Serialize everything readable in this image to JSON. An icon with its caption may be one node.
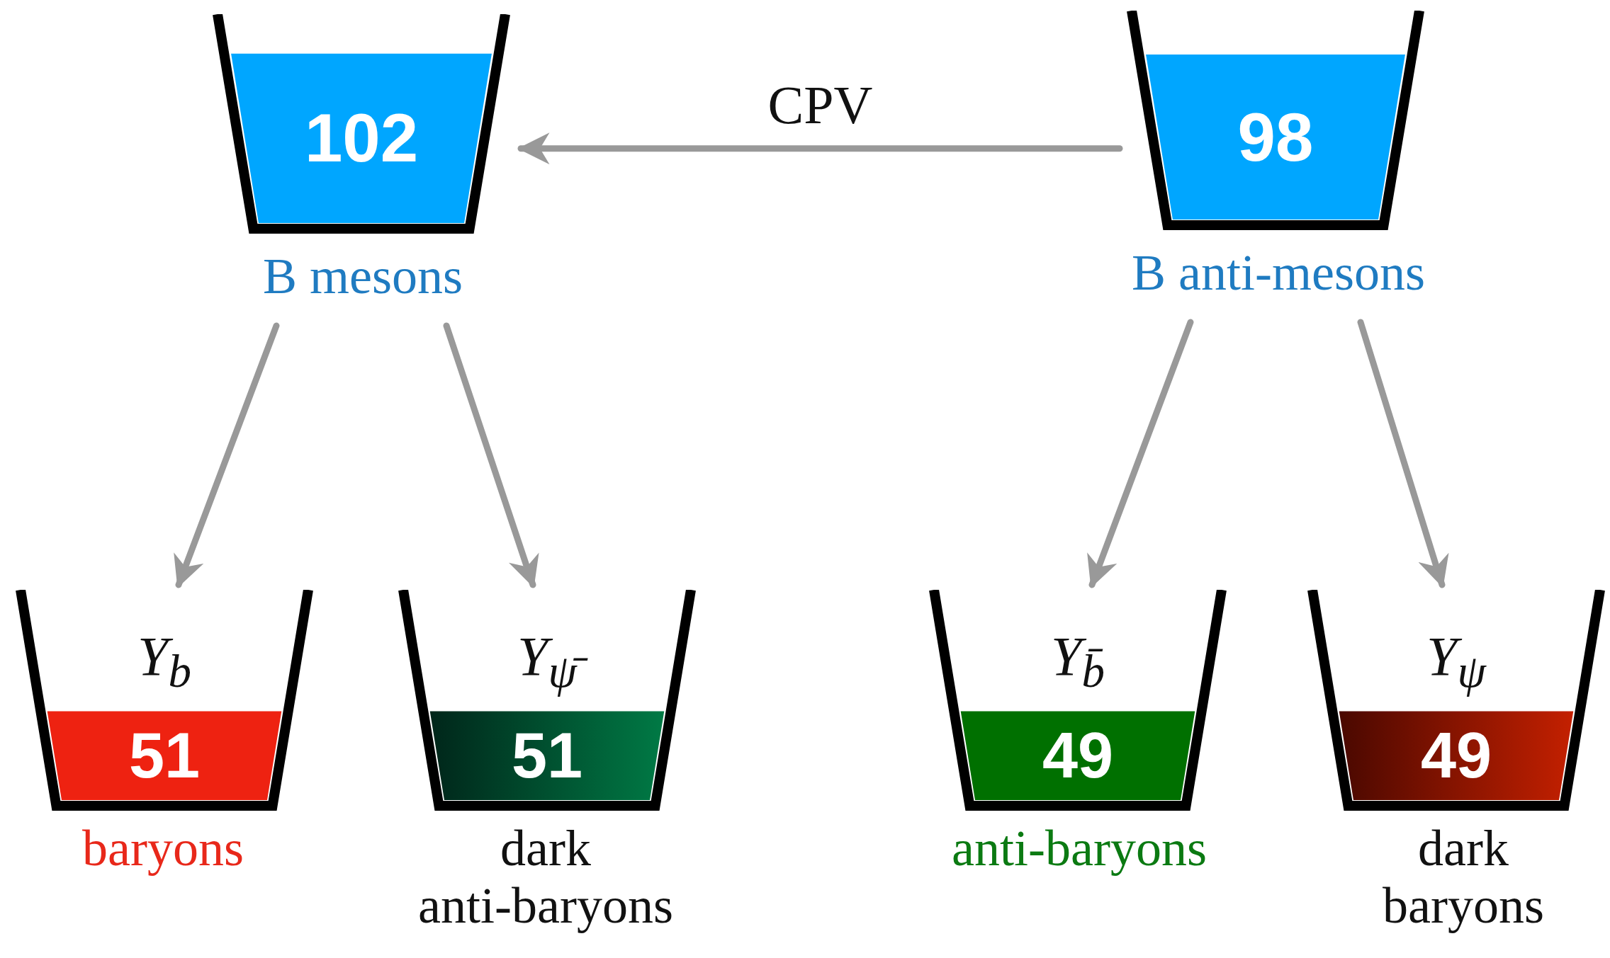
{
  "diagram": {
    "nodes": [
      {
        "text": [
          "102"
        ],
        "beside": [
          "B mesons"
        ]
      },
      {
        "text": [
          "98"
        ],
        "beside": [
          "B anti-mesons"
        ]
      },
      {
        "text": [
          "Y$_{b}$",
          "51"
        ],
        "beside": [
          "baryons"
        ]
      },
      {
        "text": [
          "Y$_{ψ̄}$",
          "51"
        ],
        "beside": [
          "dark anti-baryons"
        ]
      },
      {
        "text": [
          "Y$_{b̄}$",
          "49"
        ],
        "beside": [
          "anti-baryons"
        ]
      },
      {
        "text": [
          "Y$_{ψ}$",
          "49"
        ],
        "beside": [
          "dark baryons"
        ]
      }
    ],
    "edges": [
      {
        "from": 1,
        "to": 0,
        "arrow": "to",
        "label": "CPV"
      },
      {
        "from": 0,
        "to": 2,
        "arrow": "to"
      },
      {
        "from": 0,
        "to": 3,
        "arrow": "to"
      },
      {
        "from": 1,
        "to": 4,
        "arrow": "to"
      },
      {
        "from": 1,
        "to": 5,
        "arrow": "to"
      }
    ]
  }
}
